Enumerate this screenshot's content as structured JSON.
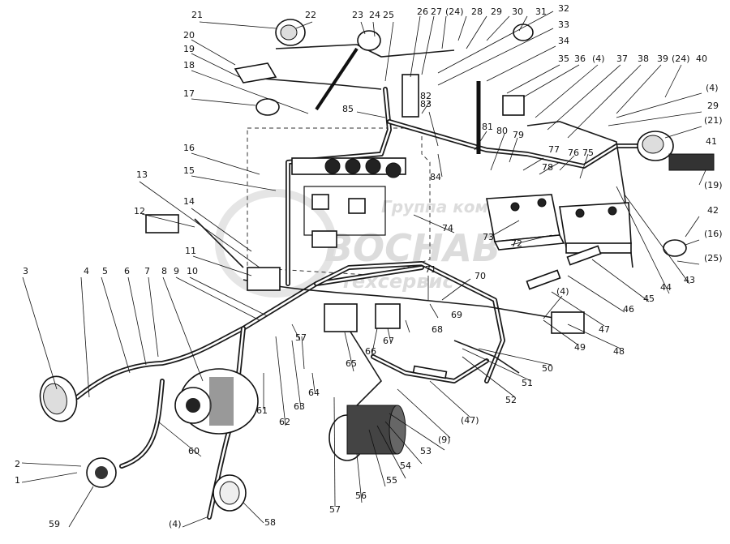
{
  "watermark": {
    "line1": "Группа компаний",
    "line2": "ВОСНАВ",
    "line3": "техсервис"
  },
  "labels": [
    "1",
    "2",
    "3",
    "4",
    "5",
    "6",
    "7",
    "8",
    "9",
    "10",
    "11",
    "12",
    "13",
    "14",
    "15",
    "16",
    "17",
    "18",
    "19",
    "20",
    "21",
    "22",
    "23",
    "24",
    "25",
    "26",
    "27",
    "(24)",
    "28",
    "29",
    "30",
    "31",
    "32",
    "33",
    "34",
    "35",
    "36",
    "(4)",
    "37",
    "38",
    "39",
    "(24)",
    "40",
    "(4)",
    "29",
    "(21)",
    "41",
    "(19)",
    "42",
    "(16)",
    "(25)",
    "43",
    "44",
    "45",
    "46",
    "47",
    "48",
    "49",
    "(4)",
    "50",
    "51",
    "52",
    "(47)",
    "(9)",
    "53",
    "54",
    "55",
    "56",
    "57",
    "58",
    "(4)",
    "59",
    "60",
    "61",
    "62",
    "63",
    "64",
    "65",
    "66",
    "67",
    "68",
    "69",
    "70",
    "71",
    "72",
    "73",
    "74",
    "75",
    "76",
    "77",
    "78",
    "79",
    "80",
    "81",
    "82",
    "83",
    "84",
    "85",
    "57"
  ]
}
